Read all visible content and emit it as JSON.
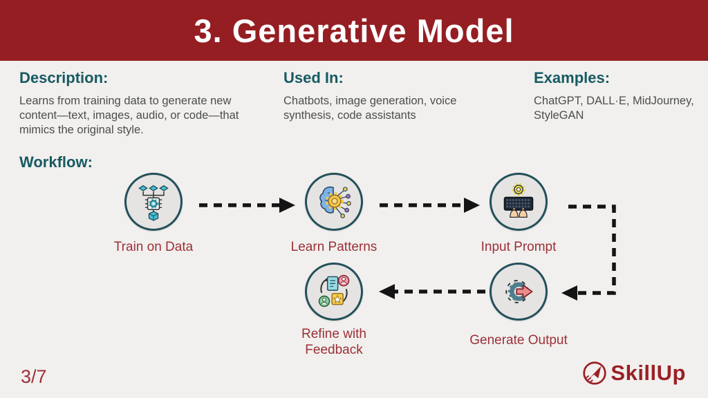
{
  "header": {
    "title": "3. Generative Model"
  },
  "info_columns": [
    {
      "heading": "Description:",
      "body": "Learns from training data to generate new content—text, images, audio, or code—that mimics the original style."
    },
    {
      "heading": "Used In:",
      "body": "Chatbots, image generation, voice synthesis, code assistants"
    },
    {
      "heading": "Examples:",
      "body": "ChatGPT, DALL·E, MidJourney, StyleGAN"
    }
  ],
  "workflow": {
    "heading": "Workflow:",
    "steps": [
      {
        "label": "Train on Data",
        "icon": "training-data-icon"
      },
      {
        "label": "Learn Patterns",
        "icon": "brain-network-icon"
      },
      {
        "label": "Input Prompt",
        "icon": "keyboard-typing-icon"
      },
      {
        "label": "Generate Output",
        "icon": "gear-output-arrow-icon"
      },
      {
        "label": "Refine with Feedback",
        "icon": "feedback-loop-icon"
      }
    ]
  },
  "footer": {
    "page_indicator": "3/7",
    "brand": "SkillUp",
    "brand_icon": "rocket-badge-icon"
  },
  "colors": {
    "banner": "#951E22",
    "background": "#F1F0EE",
    "heading_teal": "#175A62",
    "body_text": "#4D4D4D",
    "label_maroon": "#9C2F36",
    "brand_red": "#9A2025",
    "circle_border": "#23505A",
    "circle_fill": "#E5E4E2",
    "arrow": "#141414"
  }
}
